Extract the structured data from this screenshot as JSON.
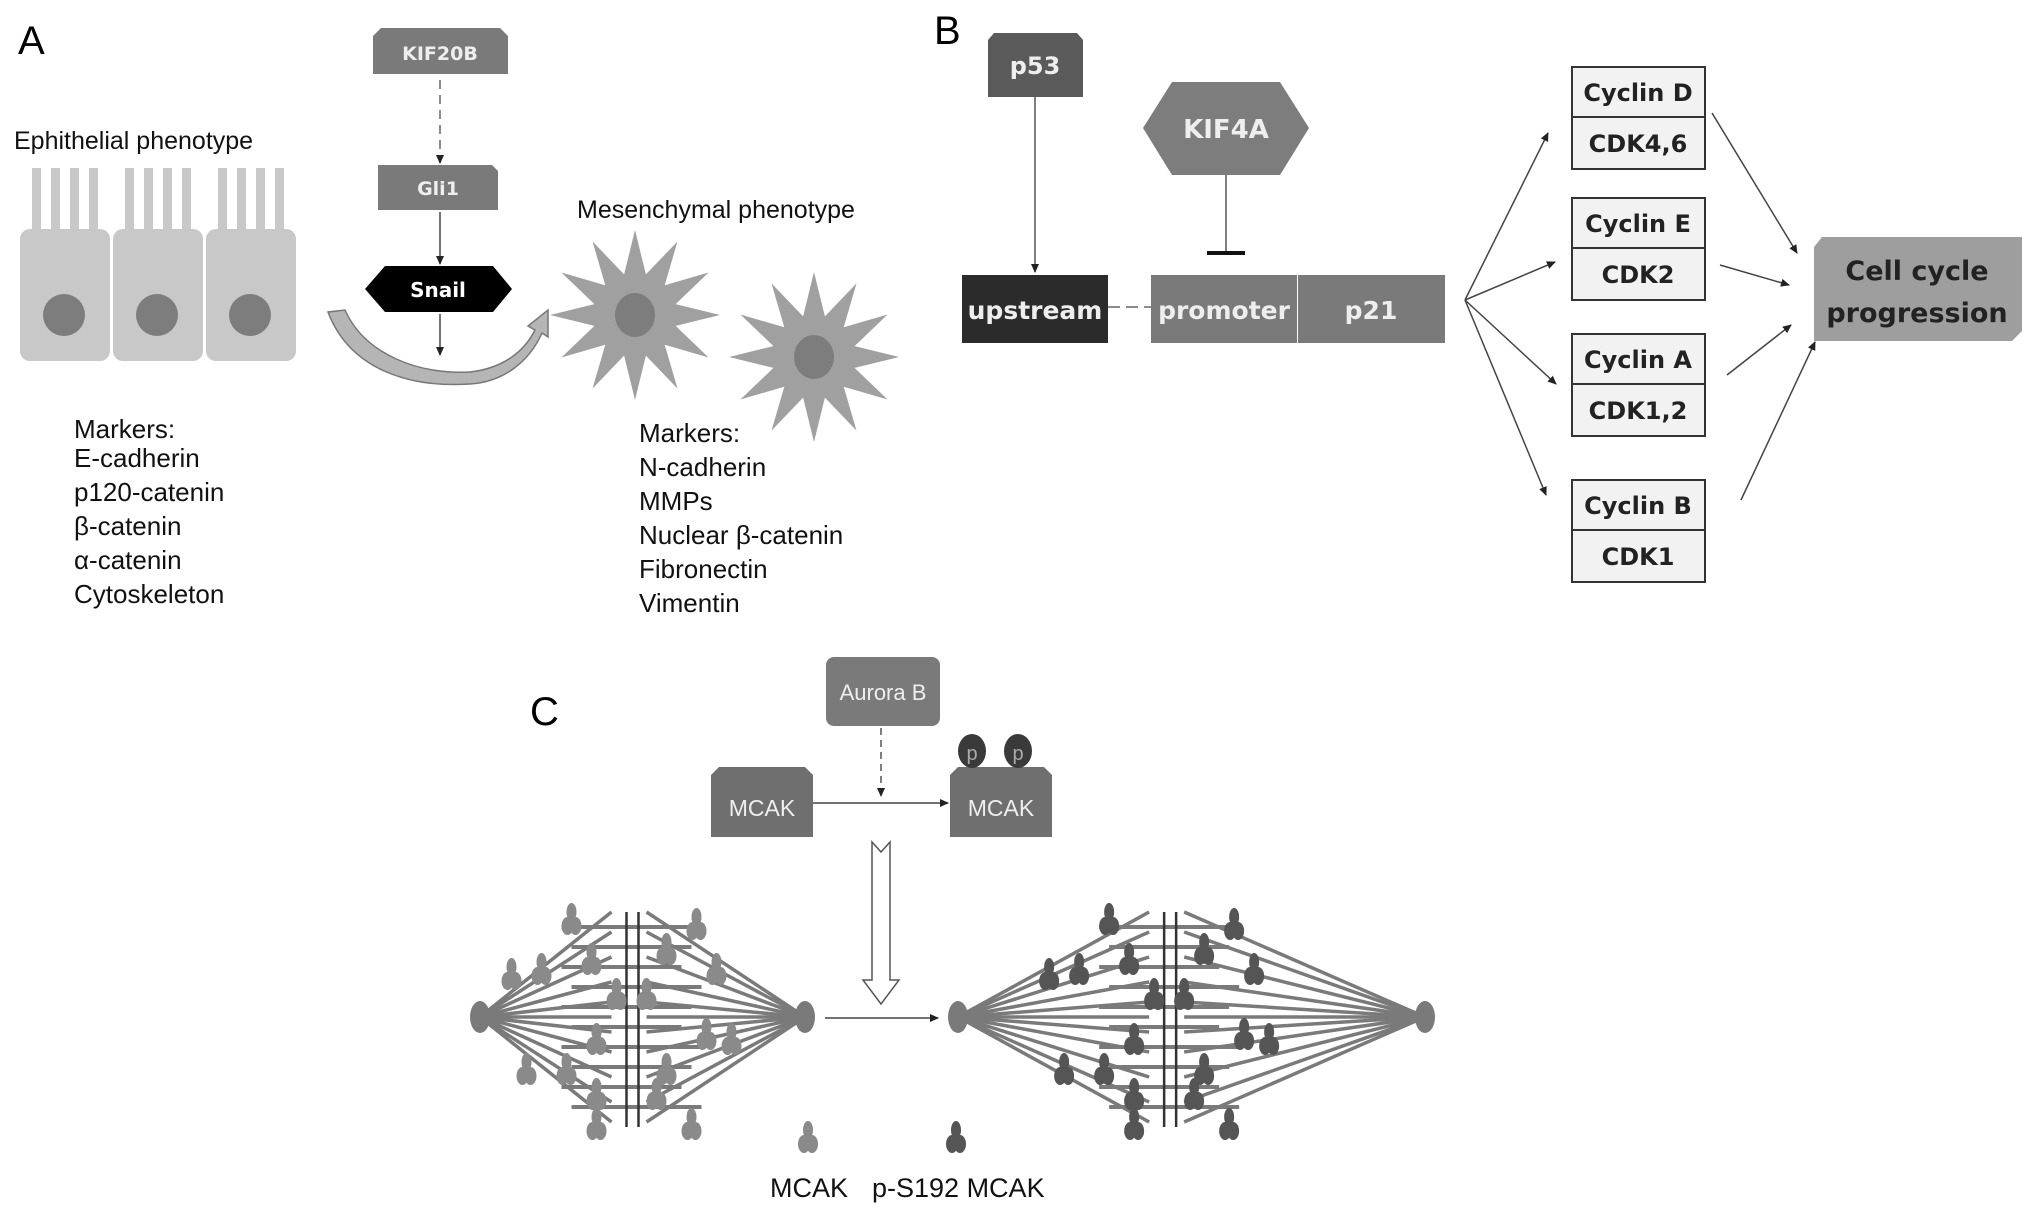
{
  "panels": {
    "A": {
      "label": "A",
      "pathway": [
        "KIF20B",
        "Gli1",
        "Snail"
      ],
      "epithelial": {
        "title": "Ephithelial phenotype",
        "markers_title": "Markers:",
        "markers": [
          "E-cadherin",
          "p120-catenin",
          "β-catenin",
          "α-catenin",
          "Cytoskeleton"
        ]
      },
      "mesenchymal": {
        "title": "Mesenchymal phenotype",
        "markers_title": "Markers:",
        "markers": [
          "N-cadherin",
          "MMPs",
          "Nuclear β-catenin",
          "Fibronectin",
          "Vimentin"
        ]
      }
    },
    "B": {
      "label": "B",
      "p53": "p53",
      "kif4a": "KIF4A",
      "gene": {
        "upstream": "upstream",
        "promoter": "promoter",
        "p21": "p21"
      },
      "complexes": [
        {
          "cyclin": "Cyclin D",
          "cdk": "CDK4,6"
        },
        {
          "cyclin": "Cyclin E",
          "cdk": "CDK2"
        },
        {
          "cyclin": "Cyclin A",
          "cdk": "CDK1,2"
        },
        {
          "cyclin": "Cyclin B",
          "cdk": "CDK1"
        }
      ],
      "outcome": [
        "Cell cycle",
        "progression"
      ]
    },
    "C": {
      "label": "C",
      "aurora": "Aurora B",
      "mcak_left": "MCAK",
      "mcak_right": "MCAK",
      "phospho": [
        "p",
        "p"
      ],
      "legend": {
        "mcak": "MCAK",
        "pmcak": "p-S192 MCAK"
      }
    }
  },
  "colors": {
    "box_mid": "#7a7a7a",
    "box_dark": "#5a5a5a",
    "box_black": "#2b2b2b",
    "cell": "#c8c8c8",
    "nucleus": "#7d7d7d",
    "star": "#a0a0a0",
    "cyclin_fill": "#f2f2f2",
    "outcome_fill": "#9e9e9e"
  }
}
